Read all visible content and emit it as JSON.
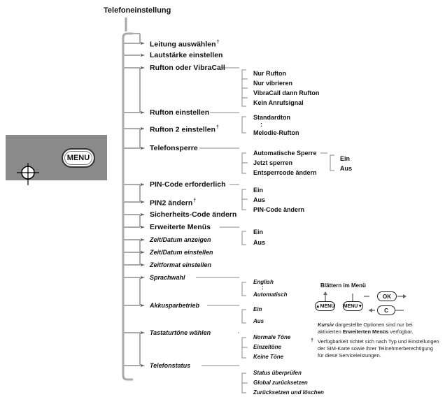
{
  "title": "Telefoneinstellung",
  "menu": [
    {
      "label": "Leitung auswählen",
      "sup": "†"
    },
    {
      "label": "Lautstärke einstellen"
    },
    {
      "label": "Rufton oder VibraCall"
    },
    {
      "label": "Rufton einstellen"
    },
    {
      "label": "Rufton 2 einstellen",
      "sup": "†"
    },
    {
      "label": "Telefonsperre"
    },
    {
      "label": "PIN-Code erforderlich"
    },
    {
      "label": "PIN2 ändern",
      "sup": "†"
    },
    {
      "label": "Sicherheits-Code ändern"
    },
    {
      "label": "Erweiterte Menüs"
    },
    {
      "label": "Zeit/Datum anzeigen"
    },
    {
      "label": "Zeit/Datum einstellen"
    },
    {
      "label": "Zeitformat einstellen"
    },
    {
      "label": "Sprachwahl"
    },
    {
      "label": "Akkusparbetrieb"
    },
    {
      "label": "Tastaturtöne wählen"
    },
    {
      "label": "Telefonstatus"
    }
  ],
  "sub": {
    "rufton_vibra": [
      "Nur Rufton",
      "Nur vibrieren",
      "VibraCall dann Rufton",
      "Kein Anrufsignal"
    ],
    "rufton_ton": [
      "Standardton",
      ":",
      "Melodie-Rufton"
    ],
    "sperre": [
      "Automatische Sperre",
      "Jetzt sperren",
      "Entsperrcode ändern"
    ],
    "sperre_sub": [
      "Ein",
      "Aus"
    ],
    "pin": [
      "Ein",
      "Aus",
      "PIN-Code ändern"
    ],
    "erweitert": [
      "Ein",
      "Aus"
    ],
    "sprache": [
      "English",
      ":",
      "Automatisch"
    ],
    "akku": [
      "Ein",
      "Aus"
    ],
    "tasten": [
      "Normale Töne",
      "Einzeltöne",
      "Keine Töne"
    ],
    "status": [
      "Status überprüfen",
      "Global zurücksetzen",
      "Zurücksetzen und löschen"
    ]
  },
  "panel": {
    "menu_label": "MENU"
  },
  "legend": {
    "heading": "Blättern im Menü",
    "btn_menu_up": "▲MENU",
    "btn_menu_down": "MENU▼",
    "btn_ok": "OK",
    "btn_c": "C",
    "kursiv_word": "Kursiv",
    "kursiv_rest": " dargestellte Optionen sind nur bei",
    "line2_pre": "aktivierten ",
    "line2_bold": "Erweiterten Menüs",
    "line2_post": " verfügbar.",
    "dagger": "†",
    "note1": "Verfügbarkeit richtet sich nach Typ und Einstellungen",
    "note2": "der SIM-Karte sowie Ihrer Teilnehmerberechtigung",
    "note3": "für diese Serviceleistungen."
  }
}
